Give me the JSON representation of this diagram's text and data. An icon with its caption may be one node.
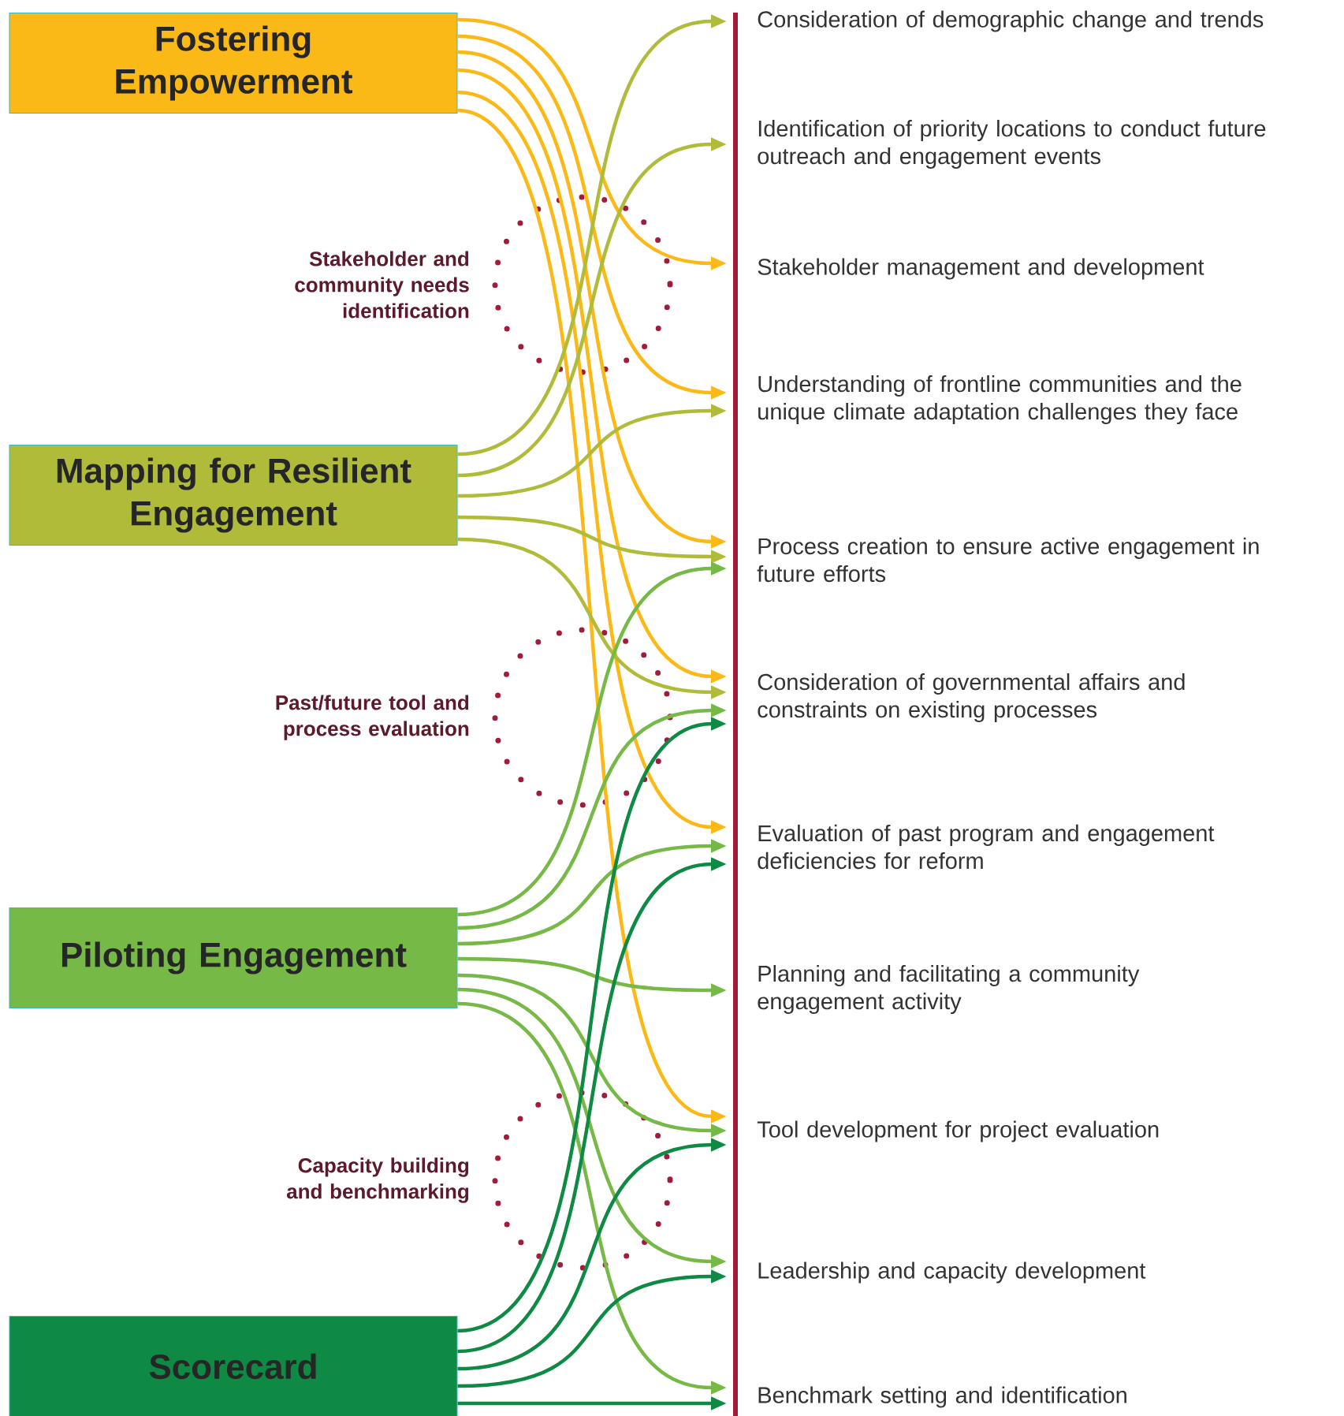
{
  "diagram": {
    "nodes": [
      {
        "text": [
          "Fostering Empowerment"
        ]
      },
      {
        "text": [
          "Mapping for Resilient Engagement"
        ]
      },
      {
        "text": [
          "Piloting Engagement"
        ]
      },
      {
        "text": [
          "Scorecard"
        ]
      },
      {
        "text": [
          "Consideration of demographic change and trends"
        ]
      },
      {
        "text": [
          "Identification of priority locations to conduct future outreach and engagement events"
        ]
      },
      {
        "text": [
          "Stakeholder management and development"
        ]
      },
      {
        "text": [
          "Understanding of frontline communities and the unique climate adaptation challenges they face"
        ]
      },
      {
        "text": [
          "Process creation to ensure active engagement in future efforts"
        ]
      },
      {
        "text": [
          "Consideration of governmental affairs and constraints on existing processes"
        ]
      },
      {
        "text": [
          "Evaluation of past program and engagement deficiencies for reform"
        ]
      },
      {
        "text": [
          "Planning and facilitating a community engagement activity"
        ]
      },
      {
        "text": [
          "Tool development for project evaluation"
        ]
      },
      {
        "text": [
          "Leadership and capacity development"
        ]
      },
      {
        "text": [
          "Benchmark setting and identification"
        ]
      }
    ],
    "edges": [
      {
        "from": 0,
        "to": 6,
        "arrow": "to",
        "color": "#fbb917"
      },
      {
        "from": 0,
        "to": 7,
        "arrow": "to",
        "color": "#fbb917"
      },
      {
        "from": 0,
        "to": 8,
        "arrow": "to",
        "color": "#fbb917"
      },
      {
        "from": 0,
        "to": 9,
        "arrow": "to",
        "color": "#fbb917"
      },
      {
        "from": 0,
        "to": 10,
        "arrow": "to",
        "color": "#fbb917"
      },
      {
        "from": 0,
        "to": 12,
        "arrow": "to",
        "color": "#fbb917"
      },
      {
        "from": 1,
        "to": 4,
        "arrow": "to",
        "color": "#b0bb3a"
      },
      {
        "from": 1,
        "to": 5,
        "arrow": "to",
        "color": "#b0bb3a"
      },
      {
        "from": 1,
        "to": 7,
        "arrow": "to",
        "color": "#b0bb3a"
      },
      {
        "from": 1,
        "to": 8,
        "arrow": "to",
        "color": "#b0bb3a"
      },
      {
        "from": 1,
        "to": 9,
        "arrow": "to",
        "color": "#b0bb3a"
      },
      {
        "from": 2,
        "to": 8,
        "arrow": "to"
      },
      {
        "from": 2,
        "to": 9,
        "arrow": "to"
      },
      {
        "from": 2,
        "to": 10,
        "arrow": "to"
      },
      {
        "from": 2,
        "to": 11,
        "arrow": "to"
      },
      {
        "from": 2,
        "to": 12,
        "arrow": "to"
      },
      {
        "from": 2,
        "to": 13,
        "arrow": "to"
      },
      {
        "from": 2,
        "to": 14,
        "arrow": "to"
      },
      {
        "from": 3,
        "to": 9,
        "arrow": "to",
        "color": "#0e8a44"
      },
      {
        "from": 3,
        "to": 10,
        "arrow": "to",
        "color": "#0e8a44"
      },
      {
        "from": 3,
        "to": 12,
        "arrow": "to",
        "color": "#0e8a44"
      },
      {
        "from": 3,
        "to": 13,
        "arrow": "to",
        "color": "#0e8a44"
      },
      {
        "from": 3,
        "to": 14,
        "arrow": "to",
        "color": "#0e8a44"
      }
    ],
    "labels": [
      "Stakeholder and community needs identification",
      "Past/future tool and process evaluation",
      "Capacity building and benchmarking"
    ]
  }
}
